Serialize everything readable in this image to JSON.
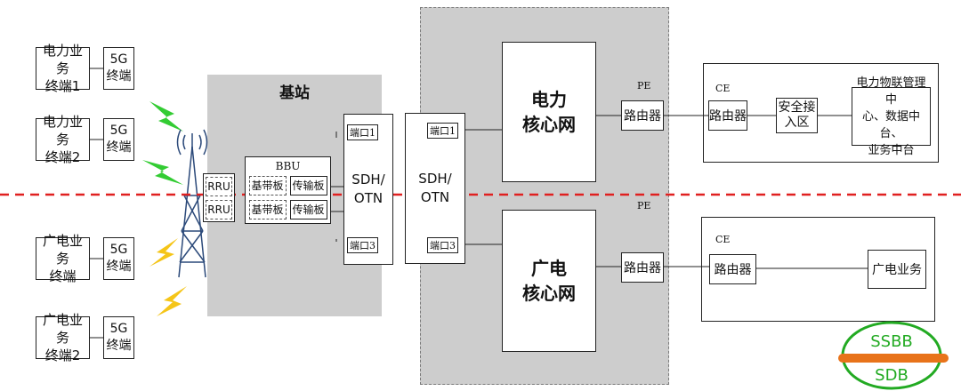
{
  "terminals": {
    "power1": "电力业务\n终端1",
    "power2": "电力业务\n终端2",
    "broadcast1": "广电业务\n终端",
    "broadcast2": "广电业务\n终端2",
    "fiveg": "5G\n终端"
  },
  "base_station": {
    "title": "基站",
    "bbu": "BBU",
    "rru": "RRU",
    "baseband": "基带板",
    "transmission": "传输板",
    "sdh": "SDH/\nOTN",
    "port1": "端口1",
    "port3": "端口3"
  },
  "core": {
    "sdh": "SDH/\nOTN",
    "port1": "端口1",
    "port3": "端口3",
    "power_core": "电力\n核心网",
    "broadcast_core": "广电\n核心网",
    "pe": "PE",
    "router": "路由器"
  },
  "ce_power": {
    "ce": "CE",
    "router": "路由器",
    "security": "安全接\n入区",
    "platform": "电力物联管理中\n心、数据中台、\n业务中台"
  },
  "ce_broadcast": {
    "ce": "CE",
    "router": "路由器",
    "service": "广电业务"
  },
  "watermark": {
    "top": "SSBB",
    "bottom": "SDB"
  },
  "colors": {
    "divider": "#e02020",
    "lightning_green": "#33cc33",
    "lightning_yellow": "#f5c518",
    "watermark_green": "#22aa22",
    "watermark_orange": "#e8731a"
  }
}
